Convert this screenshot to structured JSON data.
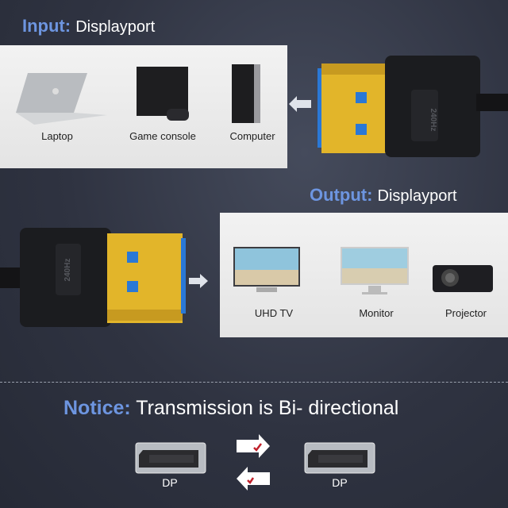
{
  "input": {
    "key": "Input:",
    "value": "Displayport",
    "devices": [
      "Laptop",
      "Game console",
      "Computer"
    ]
  },
  "output": {
    "key": "Output:",
    "value": "Displayport",
    "devices": [
      "UHD TV",
      "Monitor",
      "Projector"
    ]
  },
  "connector_label": "240Hz",
  "notice": {
    "key": "Notice:",
    "value": "Transmission is Bi- directional",
    "ports": [
      "DP",
      "DP"
    ]
  },
  "colors": {
    "accent": "#6d95e0",
    "gold": "#e2b52a",
    "blue_tab": "#2a78d6",
    "background": "#2f3341"
  }
}
